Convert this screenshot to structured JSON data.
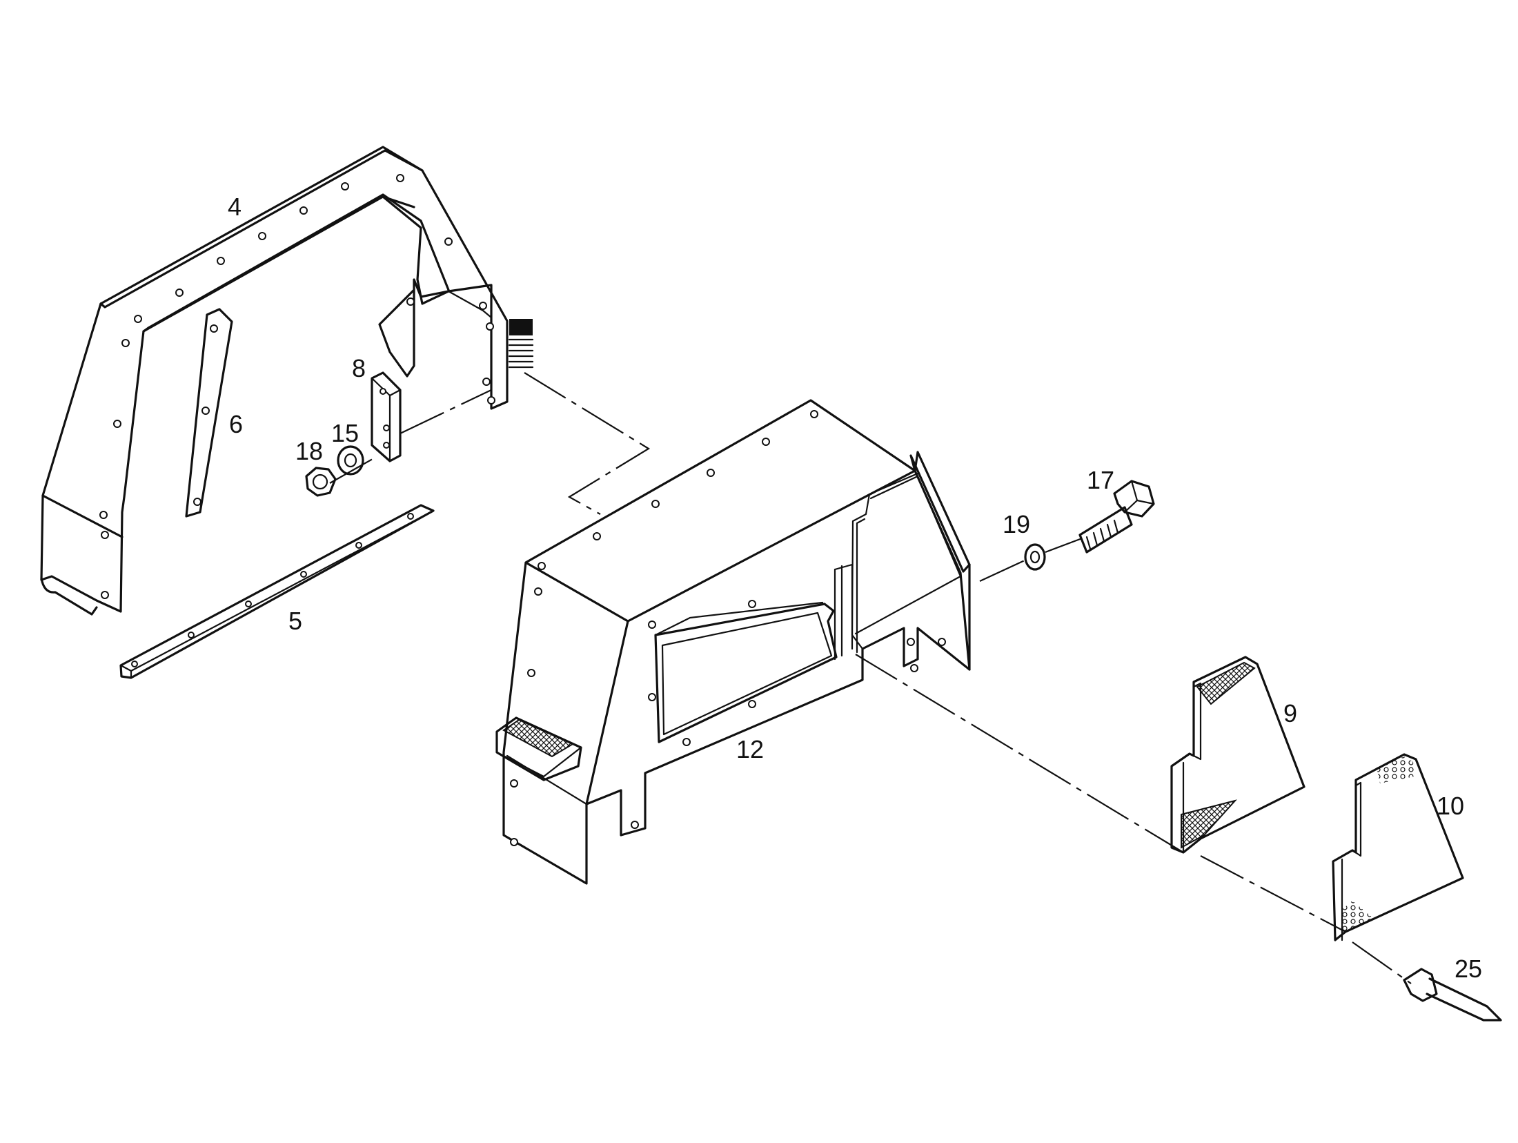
{
  "callouts": [
    {
      "id": "4",
      "text": "4"
    },
    {
      "id": "6",
      "text": "6"
    },
    {
      "id": "8",
      "text": "8"
    },
    {
      "id": "15",
      "text": "15"
    },
    {
      "id": "18",
      "text": "18"
    },
    {
      "id": "5",
      "text": "5"
    },
    {
      "id": "12",
      "text": "12"
    },
    {
      "id": "17",
      "text": "17"
    },
    {
      "id": "19",
      "text": "19"
    },
    {
      "id": "9",
      "text": "9"
    },
    {
      "id": "10",
      "text": "10"
    },
    {
      "id": "25",
      "text": "25"
    }
  ]
}
